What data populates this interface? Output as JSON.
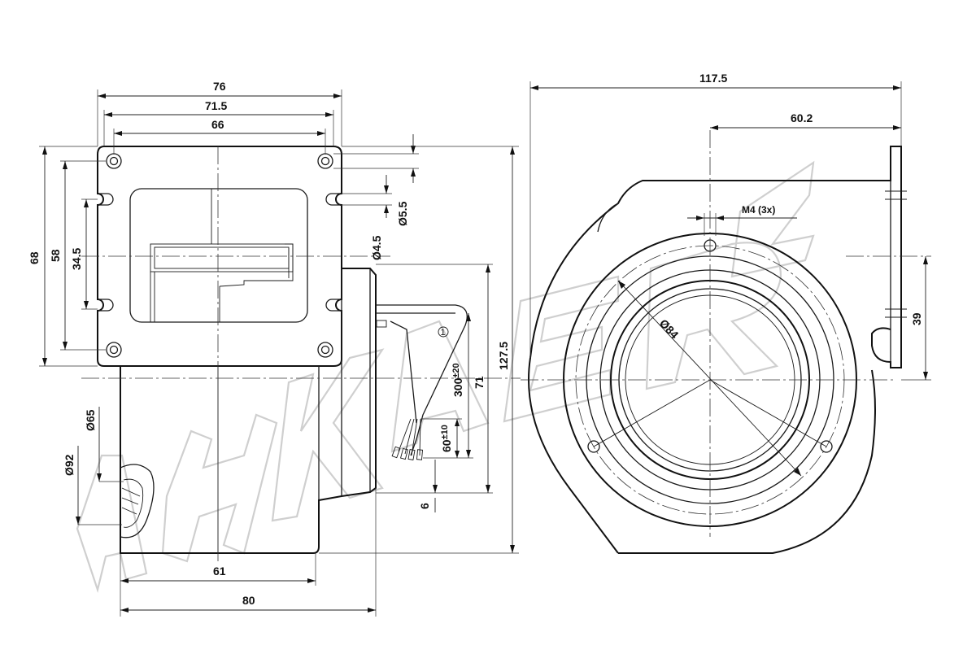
{
  "front_view": {
    "dims": {
      "width_76": "76",
      "width_71_5": "71.5",
      "width_66": "66",
      "height_68": "68",
      "height_58": "58",
      "height_34_5": "34.5",
      "hole_5_5": "Ø5.5",
      "hole_4_5": "Ø4.5",
      "outlet_65": "Ø65",
      "outlet_92": "Ø92",
      "depth_61": "61",
      "depth_80": "80",
      "height_127_5": "127.5",
      "height_71": "71",
      "offset_6": "6"
    },
    "cable": {
      "callout": "1",
      "length_main": "300",
      "length_main_tol": "±20",
      "length_strip": "60",
      "length_strip_tol": "±10"
    }
  },
  "side_view": {
    "dims": {
      "width_117_5": "117.5",
      "offset_60_2": "60.2",
      "thread": "M4 (3x)",
      "diameter_84": "Ø84",
      "height_39": "39"
    }
  },
  "watermark": {
    "text": "AHKAER"
  }
}
